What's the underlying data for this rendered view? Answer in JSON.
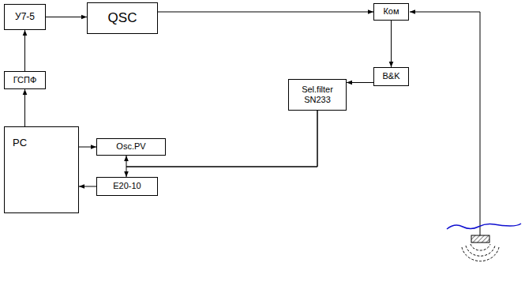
{
  "diagram": {
    "nodes": [
      {
        "text": [
          "У7-5"
        ]
      },
      {
        "text": [
          "QSC"
        ]
      },
      {
        "text": [
          "Ком"
        ]
      },
      {
        "text": [
          "B&K"
        ]
      },
      {
        "text": [
          "Sel.filter SN233"
        ]
      },
      {
        "text": [
          "ГСПФ"
        ]
      },
      {
        "text": [
          "PC"
        ]
      },
      {
        "text": [
          "Osc.PV"
        ]
      },
      {
        "text": [
          "E20-10"
        ]
      }
    ],
    "edges": [
      {
        "from": 5,
        "to": 0,
        "arrow": "to"
      },
      {
        "from": 0,
        "to": 1,
        "arrow": "to"
      },
      {
        "from": 1,
        "to": 2,
        "arrow": "to"
      },
      {
        "from": 2,
        "to": 3,
        "arrow": "to"
      },
      {
        "from": 3,
        "to": 4,
        "arrow": "to"
      },
      {
        "from": 4,
        "to": 7,
        "arrow": "to"
      },
      {
        "from": 4,
        "to": 8,
        "arrow": "to"
      },
      {
        "from": 6,
        "to": 5,
        "arrow": "to"
      },
      {
        "from": 6,
        "to": 7,
        "arrow": "to"
      },
      {
        "from": 8,
        "to": 6,
        "arrow": "to"
      }
    ]
  }
}
